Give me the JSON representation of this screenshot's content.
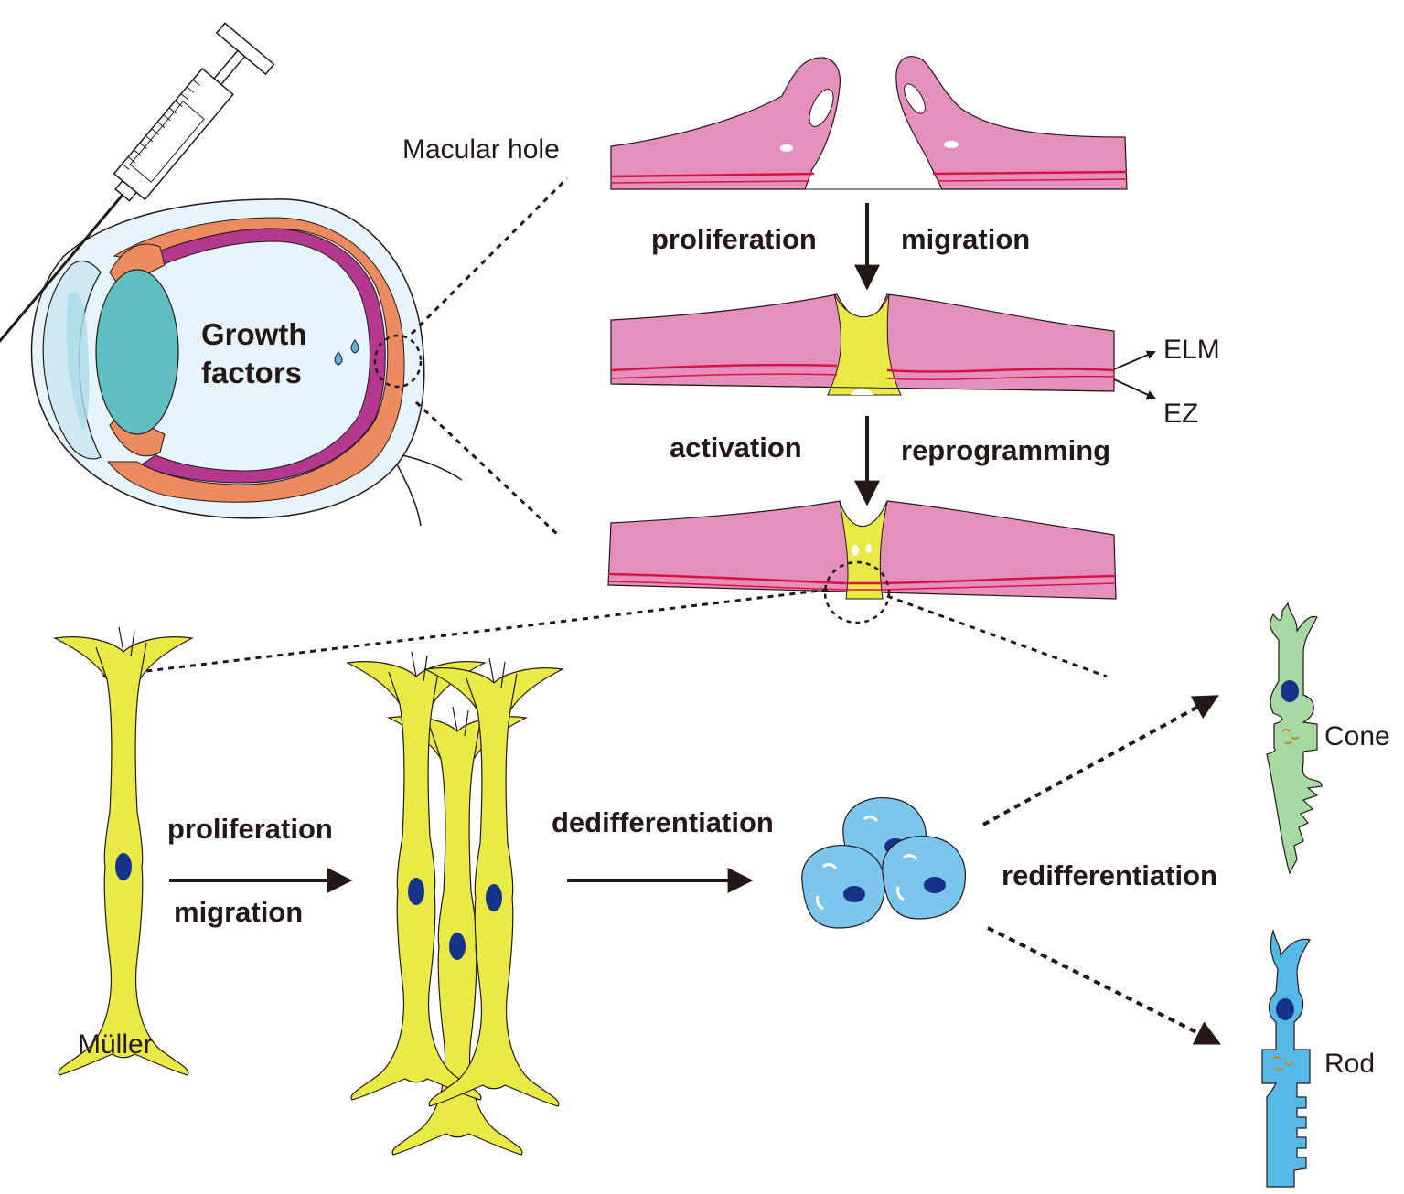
{
  "labels": {
    "growth_line1": "Growth",
    "growth_line2": "factors",
    "macular_hole": "Macular hole",
    "top_step1_left": "proliferation",
    "top_step1_right": "migration",
    "top_step2_left": "activation",
    "top_step2_right": "reprogramming",
    "elm": "ELM",
    "ez": "EZ",
    "bottom_prolif": "proliferation",
    "bottom_migration": "migration",
    "dedifferentiation": "dedifferentiation",
    "redifferentiation": "redifferentiation",
    "muller": "Müller",
    "cone": "Cone",
    "rod": "Rod"
  },
  "colors": {
    "retina_pink": "#e58fbd",
    "retina_line": "#d7143f",
    "muller_yellow": "#e9ea45",
    "nucleus_blue": "#16338a",
    "progenitor_blue": "#7cc5ec",
    "cone_green": "#a7d9a3",
    "rod_blue": "#56b9e8",
    "lens_teal": "#5fbfc0",
    "ciliary_orange": "#ec8a60",
    "choroid_magenta": "#b5388f",
    "ink": "#231815"
  }
}
